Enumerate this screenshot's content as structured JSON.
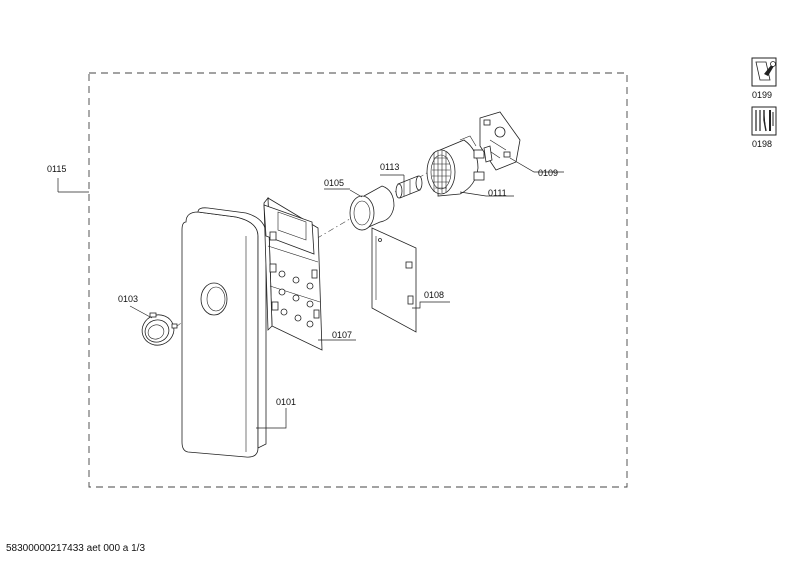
{
  "parts": {
    "p0101": "0101",
    "p0103": "0103",
    "p0105": "0105",
    "p0107": "0107",
    "p0108": "0108",
    "p0109": "0109",
    "p0111": "0111",
    "p0113": "0113",
    "p0115": "0115"
  },
  "legend": {
    "service_tool": "0199",
    "tool_set": "0198"
  },
  "footer": {
    "doc_id": "58300000217433 aet 000 a 1/3"
  }
}
